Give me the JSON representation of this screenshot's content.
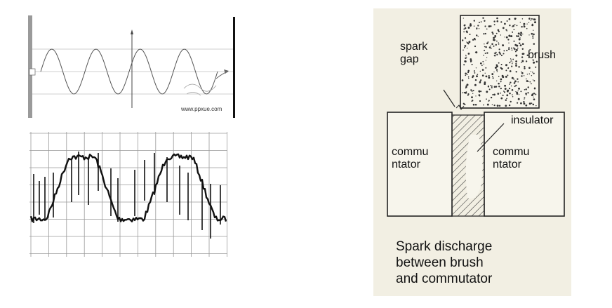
{
  "sine_figure": {
    "watermark": "www.ppxue.com"
  },
  "spark_figure": {
    "labels": {
      "spark_gap": "spark\ngap",
      "brush": "brush",
      "insulator": "insulator",
      "commutator_left": "commu\nntator",
      "commutator_right": "commu\nntator"
    },
    "caption": "Spark discharge\nbetween brush\nand commutator"
  },
  "colors": {
    "diagram_background": "#f2efe3",
    "ink": "#222222"
  }
}
